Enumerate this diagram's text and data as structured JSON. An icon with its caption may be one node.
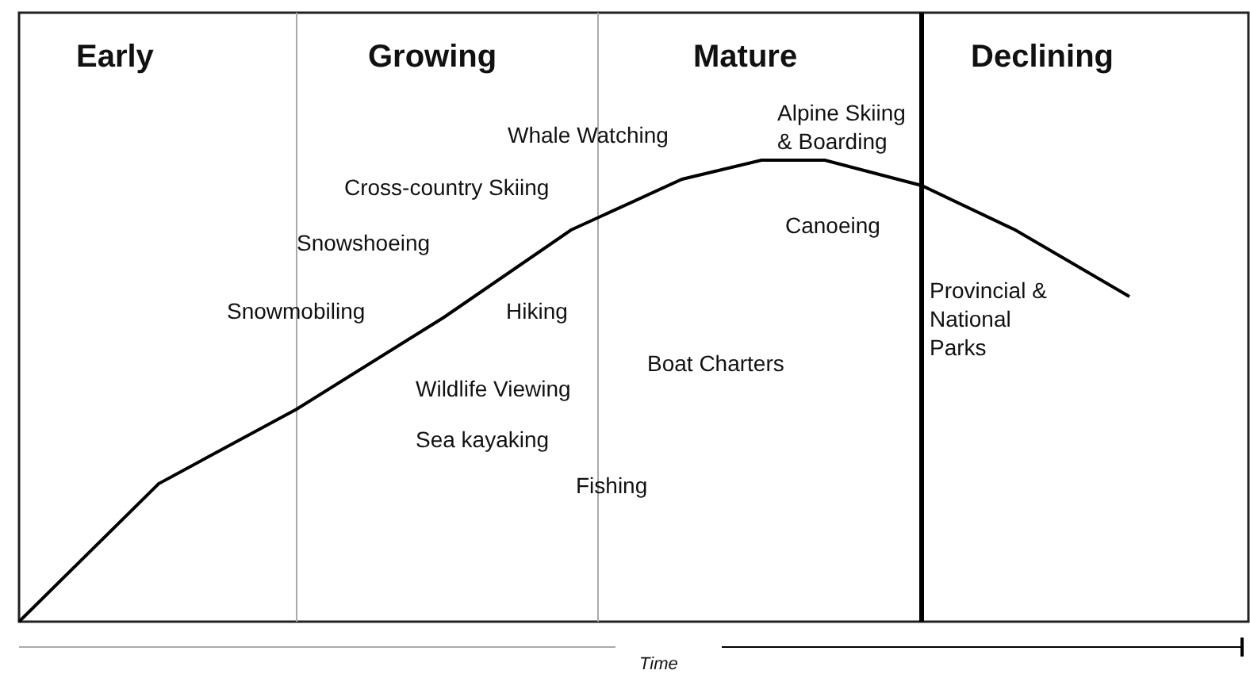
{
  "diagram": {
    "labels": [
      "Early",
      "Growing",
      "Mature",
      "Declining",
      "Alpine Skiing & Boarding",
      "Whale Watching",
      "Cross-country Skiing",
      "Canoeing",
      "Snowshoeing",
      "Snowmobiling",
      "Hiking",
      "Provincial & National Parks",
      "Boat Charters",
      "Wildlife Viewing",
      "Sea kayaking",
      "Fishing",
      "Time"
    ]
  }
}
